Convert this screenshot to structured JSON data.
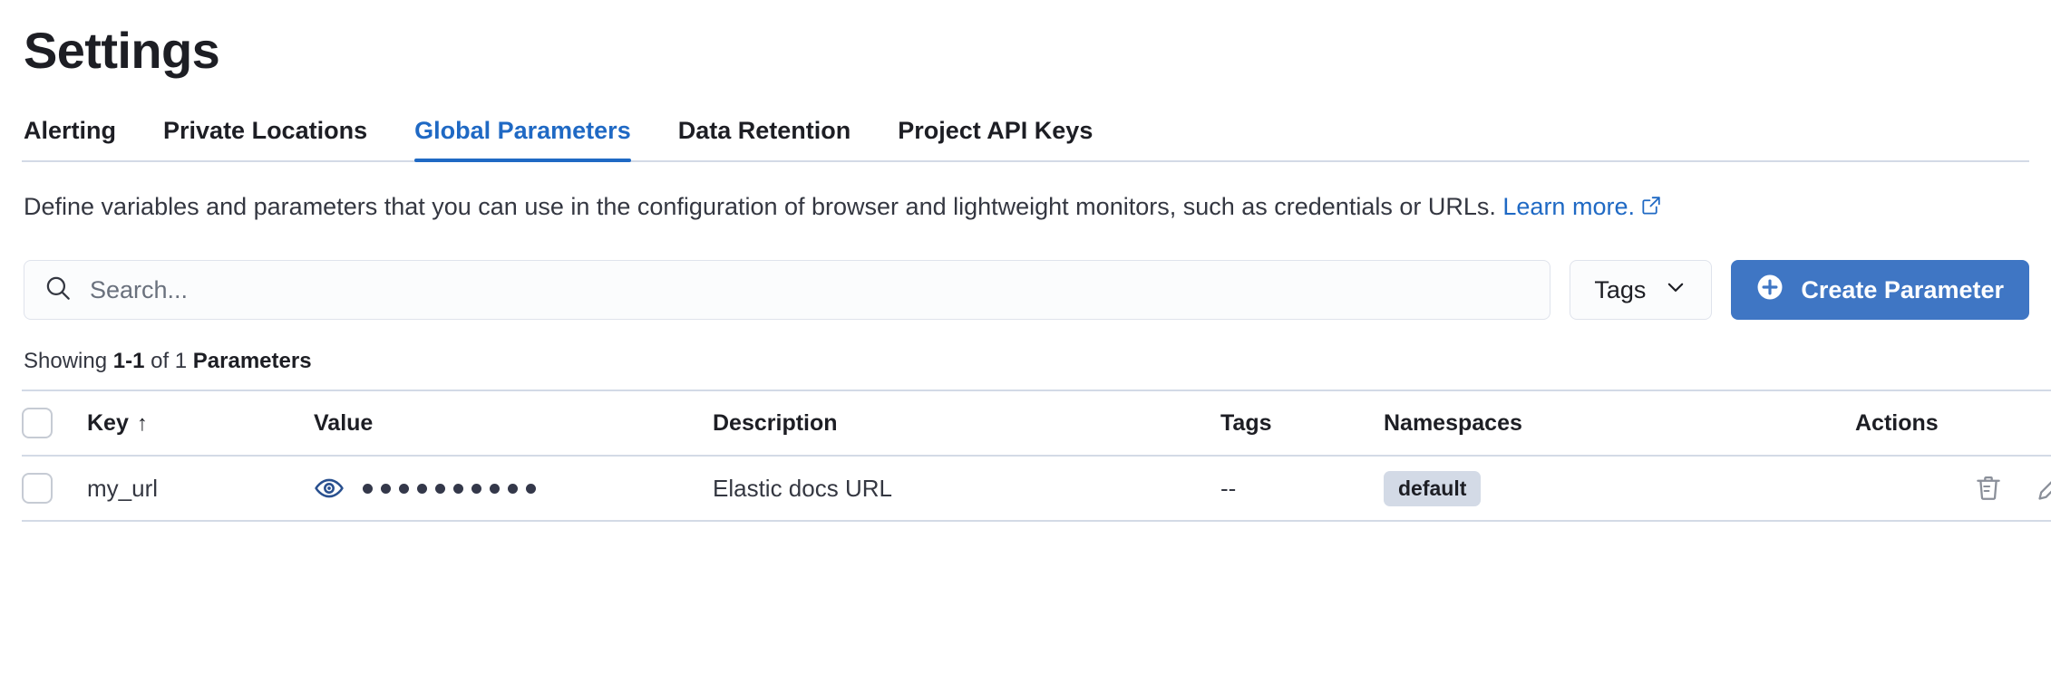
{
  "header": {
    "title": "Settings"
  },
  "tabs": [
    {
      "label": "Alerting",
      "active": false
    },
    {
      "label": "Private Locations",
      "active": false
    },
    {
      "label": "Global Parameters",
      "active": true
    },
    {
      "label": "Data Retention",
      "active": false
    },
    {
      "label": "Project API Keys",
      "active": false
    }
  ],
  "description": {
    "text": "Define variables and parameters that you can use in the configuration of browser and lightweight monitors, such as credentials or URLs.",
    "link_label": "Learn more.",
    "link_icon": "external-link-icon"
  },
  "toolbar": {
    "search_placeholder": "Search...",
    "search_value": "",
    "search_icon": "search-icon",
    "tags_label": "Tags",
    "tags_icon": "chevron-down-icon",
    "create_label": "Create Parameter",
    "create_icon": "plus-circle-icon"
  },
  "summary": {
    "prefix": "Showing ",
    "range": "1-1",
    "middle": " of 1 ",
    "unit": "Parameters"
  },
  "table": {
    "columns": {
      "key": "Key",
      "key_sort": "↑",
      "value": "Value",
      "description": "Description",
      "tags": "Tags",
      "namespaces": "Namespaces",
      "actions": "Actions"
    },
    "rows": [
      {
        "key": "my_url",
        "value_masked": "••••••••••",
        "value_dots": 10,
        "value_toggle_icon": "eye-icon",
        "description": "Elastic docs URL",
        "tags": "--",
        "namespace": "default",
        "delete_icon": "trash-icon",
        "edit_icon": "pencil-icon"
      }
    ]
  },
  "colors": {
    "accent": "#1f69c4",
    "button": "#3f76c4",
    "eye_icon": "#29508f",
    "badge_bg": "#d3dae6",
    "border": "#d3dae6",
    "text": "#1d1e24"
  }
}
